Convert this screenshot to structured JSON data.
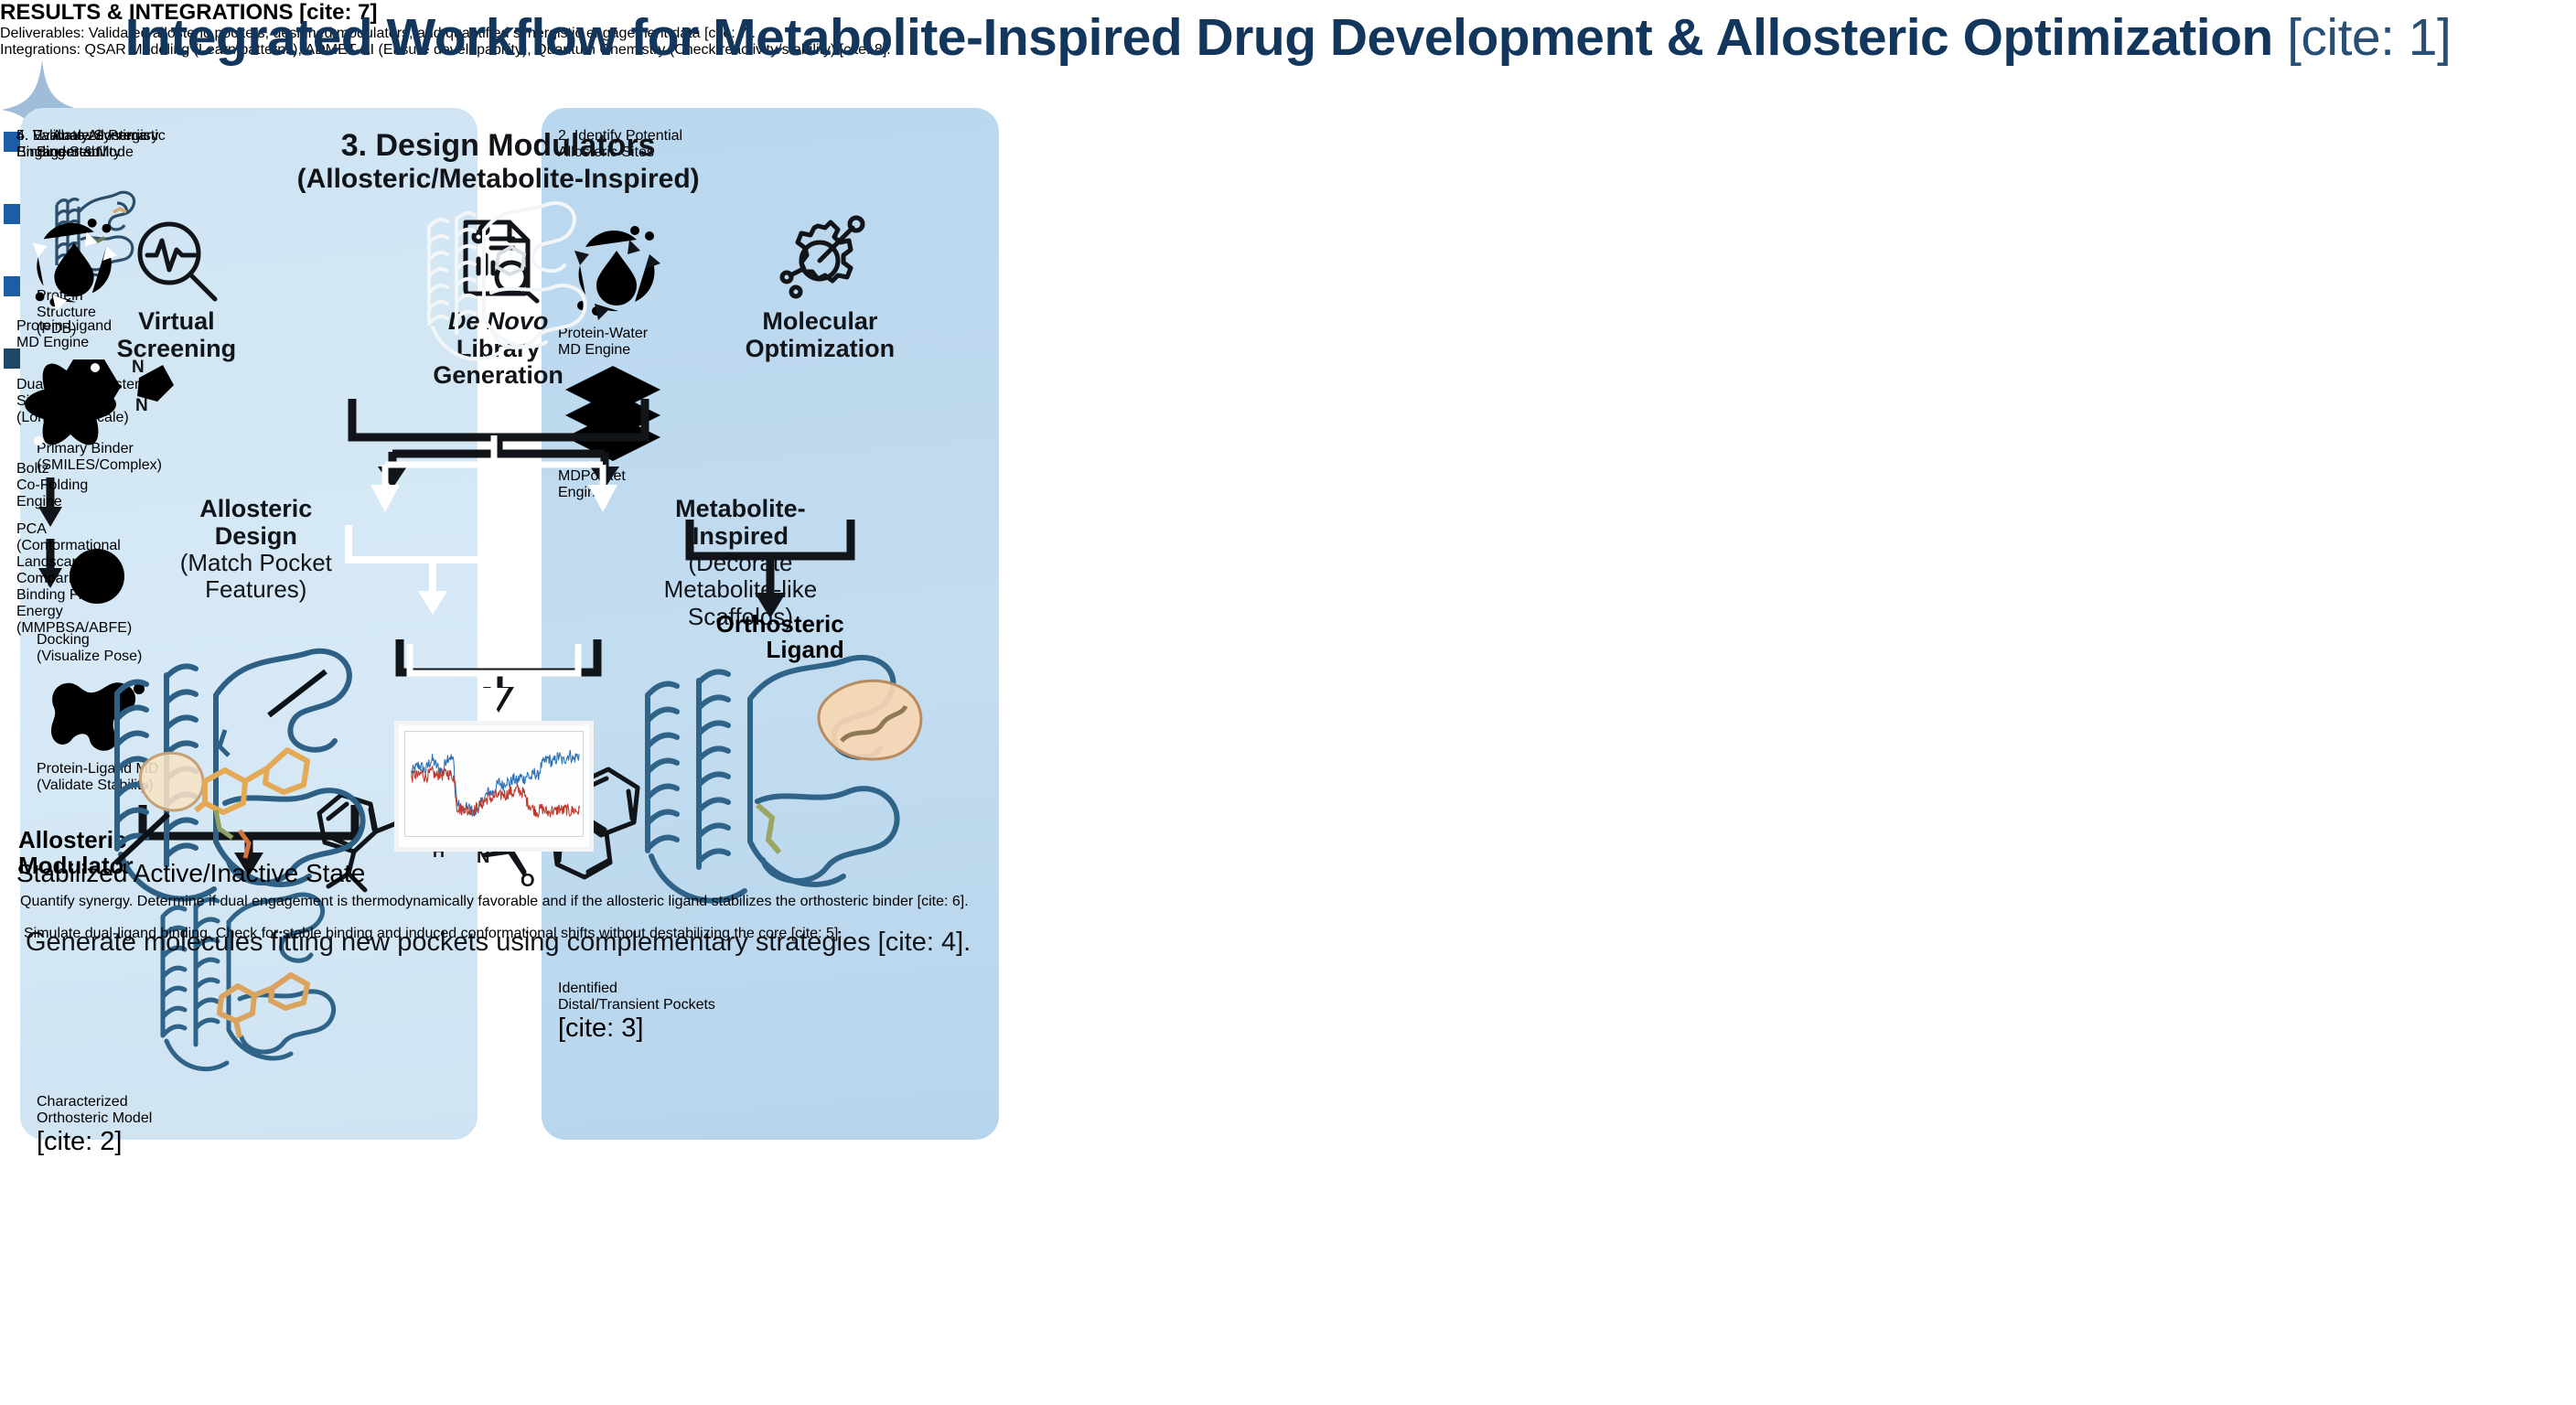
{
  "title": {
    "main": "Integrated Workflow for Metabolite-Inspired Drug Development & Allosteric Optimization",
    "cite": "[cite: 1]"
  },
  "colors": {
    "title": "#12365c",
    "panel1_bg": "#d4e7f4",
    "panel2_bg": "#bedaef",
    "panel3_bg": "#a8cde9",
    "panel4_bg": "#5b9bcb",
    "panel5_bg": "#1e4765",
    "arrow": "#1b5ea6",
    "banner_bg": "#1b5ea6",
    "pocket_highlight": "#f5d5b0",
    "ligand": "#e0a955",
    "pca_blue": "#2f72b4",
    "pca_red": "#c0392b"
  },
  "panels": [
    {
      "number": "1.",
      "title": "1. Analyze Primary",
      "title2": "Binder & Mode",
      "title_sub": "",
      "row1": [
        {
          "icon": "protein-structure-icon",
          "label": "Protein",
          "label2": "Structure",
          "sub": "(PDB)"
        },
        {
          "icon": "molecule-icon",
          "label": "Primary Binder",
          "label2": "",
          "sub": "(SMILES/Complex)"
        }
      ],
      "row2": [
        {
          "icon": "docking-magnifier-icon",
          "label": "Docking",
          "sub": "(Visualize Pose)"
        },
        {
          "icon": "protein-ligand-md-icon",
          "label": "Protein-Ligand MD",
          "sub": "(Validate Stability)"
        }
      ],
      "outcome": "Characterized",
      "outcome2": "Orthosteric Model",
      "outcome_cite": "[cite: 2]"
    },
    {
      "number": "2.",
      "title": "2. Identify Potential",
      "title2": "Allosteric Sites",
      "row1": [
        {
          "icon": "water-cycle-icon",
          "label": "Protein-Water",
          "label2": "MD Engine"
        },
        {
          "icon": "layers-icon",
          "label": "MDPocket",
          "label2": "Engine"
        }
      ],
      "outcome": "Identified",
      "outcome2": "Distal/Transient Pockets",
      "outcome_cite": "[cite: 3]"
    },
    {
      "number": "3.",
      "title": "3. Design Modulators",
      "title_sub": "(Allosteric/Metabolite-Inspired)",
      "row1": [
        {
          "icon": "virtual-screening-icon",
          "label": "Virtual",
          "label2": "Screening"
        },
        {
          "icon": "denovo-library-icon",
          "label": "De Novo",
          "label2": "Library",
          "label3": "Generation",
          "italic": true
        },
        {
          "icon": "molecular-optimization-icon",
          "label": "Molecular",
          "label2": "Optimization"
        }
      ],
      "row2": [
        {
          "label": "Allosteric",
          "label2": "Design",
          "sub": "(Match Pocket",
          "sub2": "Features)"
        },
        {
          "label": "Metabolite-",
          "label2": "Inspired",
          "sub": "(Decorate",
          "sub2": "Metabolite-like",
          "sub3": "Scaffolds)"
        }
      ],
      "desc": "Generate molecules fitting new pockets using complementary strategies [cite: 4]."
    },
    {
      "number": "4.",
      "title": "4. Validate Allosteric",
      "title2": "Binding Stability",
      "row1": [
        {
          "icon": "water-cycle-icon",
          "label": "Protein-Ligand",
          "label2": "MD Engine"
        },
        {
          "icon": "atom-icon",
          "label": "Boltz",
          "label2": "Co-Folding",
          "label3": "Engine"
        }
      ],
      "annotations": {
        "orthosteric": "Orthosteric",
        "orthosteric2": "Ligand",
        "allosteric": "Allosteric",
        "allosteric2": "Modulator"
      },
      "desc": "Simulate dual-ligand binding. Check for stable binding and induced conformational shifts without destabilizing the core [cite: 5]."
    },
    {
      "number": "5.",
      "title": "5. Evaluate Synergistic",
      "title2": "Engagement",
      "center": {
        "icon": "protein-white-icon",
        "label": "Dual-Bound System",
        "label2": "Simulation",
        "sub": "(Long Timescale)"
      },
      "row2": [
        {
          "label": "PCA",
          "sub": "(Conformational",
          "sub2": "Landscape",
          "sub3": "Comparison)"
        },
        {
          "label": "Binding Free",
          "label2": "Energy",
          "sub": "(MMPBSA/ABFE)"
        }
      ],
      "plot_caption": "Stabilized Active/Inactive State",
      "desc": "Quantify synergy. Determine if dual engagement is thermodynamically favorable and if the allosteric ligand stabilizes the orthosteric binder [cite: 6]."
    }
  ],
  "banner": {
    "heading": "RESULTS & INTEGRATIONS",
    "heading_cite": "[cite: 7]",
    "deliverables_label": "Deliverables:",
    "deliverables_text": " Validated allosteric pockets, designed modulators, and quantified synergistic engagement data [cite: 7].",
    "integrations_label": "Integrations:",
    "integrations_text": " QSAR Modeling (Learn patterns), ADMET-AI (Ensure developability), Quantum Chemistry (Check reactivity/stability) [cite: 8]."
  },
  "chart_data": {
    "type": "line",
    "title": "Stabilized Active/Inactive State",
    "series": [
      {
        "name": "active-state-trace",
        "color": "#2f72b4",
        "values": [
          62,
          66,
          70,
          68,
          64,
          72,
          76,
          70,
          66,
          63,
          78,
          80,
          74,
          30,
          24,
          20,
          26,
          22,
          18,
          25,
          30,
          36,
          42,
          40,
          46,
          52,
          48,
          54,
          50,
          56,
          52,
          58,
          55,
          60,
          56,
          62,
          58,
          70,
          74,
          78,
          72,
          76,
          80,
          74,
          78,
          82,
          76,
          80
        ]
      },
      {
        "name": "inactive-state-trace",
        "color": "#c0392b",
        "values": [
          56,
          60,
          58,
          62,
          57,
          60,
          63,
          58,
          61,
          59,
          62,
          60,
          58,
          26,
          22,
          25,
          20,
          24,
          22,
          26,
          28,
          32,
          36,
          34,
          38,
          36,
          40,
          38,
          42,
          40,
          44,
          42,
          40,
          30,
          26,
          22,
          20,
          24,
          21,
          19,
          22,
          20,
          24,
          21,
          23,
          20,
          22,
          21
        ]
      }
    ],
    "xlabel": "",
    "ylabel": "",
    "grid": false,
    "legend": "none"
  }
}
